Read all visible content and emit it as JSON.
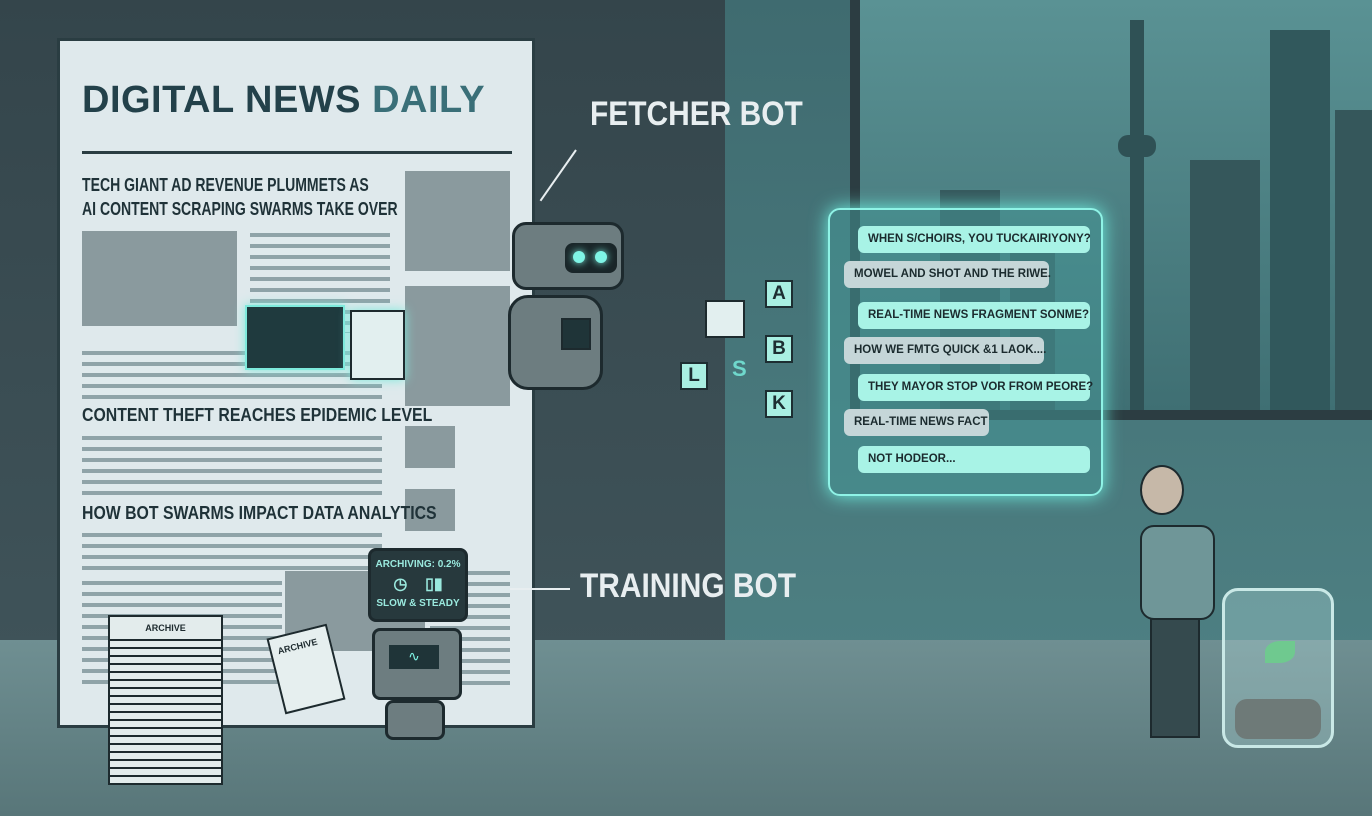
{
  "newspaper": {
    "title_main": "DIGITAL NEWS ",
    "title_accent": "DAILY",
    "headline_1_line1": "TECH GIANT AD REVENUE PLUMMETS AS",
    "headline_1_line2": "AI CONTENT SCRAPING SWARMS TAKE OVER",
    "headline_2": "CONTENT THEFT REACHES EPIDEMIC LEVEL",
    "headline_3": "HOW BOT SWARMS IMPACT DATA ANALYTICS"
  },
  "labels": {
    "fetcher_bot": "FETCHER BOT",
    "training_bot": "TRAINING BOT"
  },
  "training_bot_screen": {
    "status": "ARCHIVING: 0.2%",
    "caption": "SLOW & STEADY",
    "icons": [
      "clock-icon",
      "bar-chart-icon"
    ]
  },
  "archive_labels": {
    "stack": "ARCHIVE",
    "held_document": "ARCHIVE"
  },
  "letter_tiles": [
    "A",
    "B",
    "K",
    "L"
  ],
  "floating_letter": "S",
  "chat_messages": [
    {
      "text": "WHEN S/CHOIRS, YOU TUCKAIRIYONY?",
      "side": "right"
    },
    {
      "text": "MOWEL AND SHOT AND THE RIWE.",
      "side": "left"
    },
    {
      "text": "REAL-TIME NEWS FRAGMENT SONME?",
      "side": "right"
    },
    {
      "text": "HOW WE FMTG QUICK &1 LAOK....",
      "side": "left"
    },
    {
      "text": "THEY MAYOR STOP VOR FROM PEORE?",
      "side": "right"
    },
    {
      "text": "REAL-TIME NEWS FACT",
      "side": "left"
    },
    {
      "text": "NOT HODEOR...",
      "side": "right"
    }
  ],
  "colors": {
    "glow": "#8ff3e6",
    "paper": "#dfe9ec",
    "ink": "#23414a"
  }
}
